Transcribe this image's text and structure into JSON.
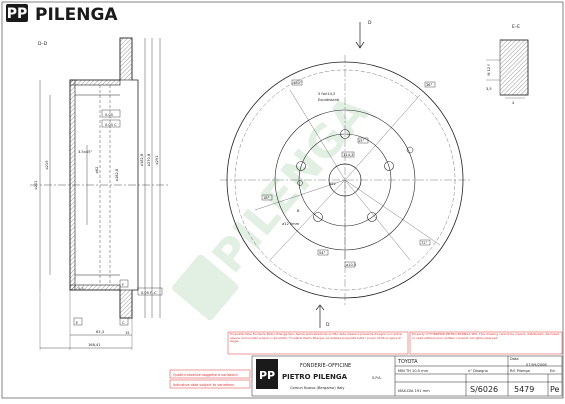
{
  "brand": {
    "name": "PILENGA",
    "logo_letters": "PP",
    "color": "#1a1a1a"
  },
  "watermark": {
    "text": "PILENGA",
    "color": "#dfeee0"
  },
  "section_labels": {
    "dd": "D–D",
    "ee": "E–E",
    "d": "D"
  },
  "side_view_dims": {
    "d202": "⌀202",
    "d219": "⌀219",
    "d62": "⌀62",
    "d182_8": "⌀182,8",
    "d182_8b": "⌀182,8",
    "d270_8": "⌀270,8",
    "d291": "⌀291",
    "chamfer": "3.5x45°",
    "flat1": "0.05",
    "flat2": "0.05 C",
    "flat3": "0.05 F–C",
    "v15": "15",
    "v5_5": "5,5",
    "v63_3": "63,3",
    "v168_41": "168,41",
    "e_box": "E",
    "c_box": "C",
    "f_box": "F"
  },
  "front_view_dims": {
    "holes": "5 fori14,5",
    "equidistanti": "Equidistanti",
    "d114_3": "114,3",
    "d52": "⌀52",
    "pcd": "⌀10.5",
    "tol1": "15°",
    "tol2": "180°",
    "tol3": "36°",
    "tol4": "18°",
    "tol5": "72°",
    "tol6": "54°",
    "pcd2": "⌀12  5mm",
    "b_label": "B",
    "sec_h": "M 12 f",
    "e_h": "4",
    "e_v": "3,5",
    "d_arrow": "D"
  },
  "notes": {
    "red_note_1": "Proprietà delle Fonderie Pietro Pilenga Spa. Senza autorizzazione scritta della stessa il presente disegno non potrà essere comunicato a terzi o riprodotto. Fonderie Pietro Pilenga. Le relative proprietà tutte i propri diritti a rigore di legge.",
    "red_note_2": "Property of FONDERIE PIETRO PILENGA SPA. This drawing cannot be copied, distributed, disclosed or used without prior written consent. All rights reserved.",
    "red_note_3": "Quote indicative soggette a variazioni",
    "red_note_4": "Indicative data subject to variations"
  },
  "title_block": {
    "company": "FONDERIE–OFFICINE",
    "name": "PIETRO PILENGA",
    "spa": "S.P.A.",
    "location": "Comun Nuovo (Bergamo) Italy",
    "vehicle": "TOYOTA",
    "date_label": "Data",
    "date": "07/09/2006",
    "min_th": "MIN TH 10.5 mm",
    "max_dia": "MAX-DIA 191 mm",
    "disegno_label": "n° Disegno",
    "pilenga_label": "Rif. Pilenga",
    "ed_label": "Ed.",
    "drawing_no": "S/6026",
    "ref_no": "5479",
    "ed": "Pe"
  }
}
